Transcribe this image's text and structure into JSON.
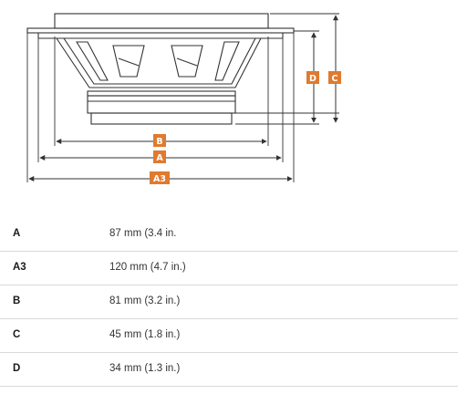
{
  "diagram": {
    "badges": {
      "d": "D",
      "c": "C",
      "b": "B",
      "a": "A",
      "a3": "A3"
    },
    "badge_color": "#e07a2e",
    "line_color": "#333333"
  },
  "specs": [
    {
      "label": "A",
      "value": "87 mm (3.4 in."
    },
    {
      "label": "A3",
      "value": "120 mm (4.7 in.)"
    },
    {
      "label": "B",
      "value": "81 mm (3.2 in.)"
    },
    {
      "label": "C",
      "value": "45 mm (1.8 in.)"
    },
    {
      "label": "D",
      "value": "34 mm (1.3 in.)"
    }
  ]
}
